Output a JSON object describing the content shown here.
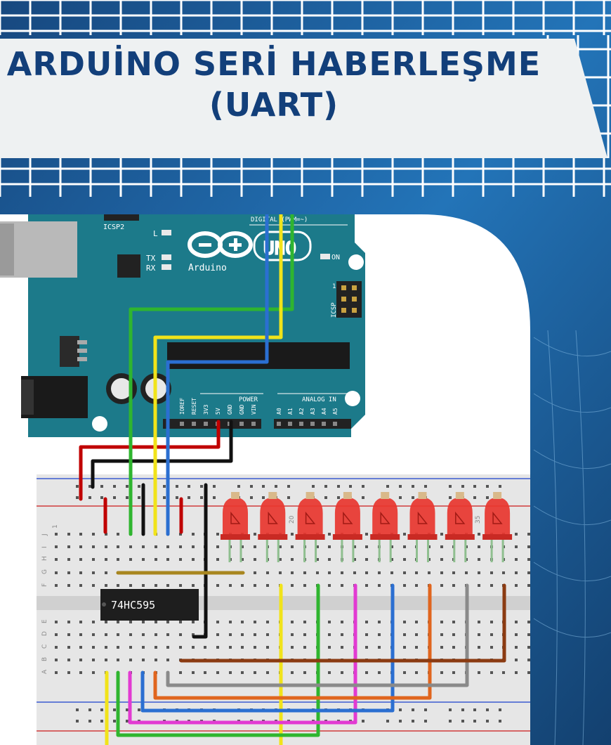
{
  "header": {
    "title_line1": "ARDUİNO SERİ HABERLEŞME",
    "title_line2": "(UART)"
  },
  "board": {
    "logo": "Arduino",
    "model_badge": "UNO",
    "label_icsp2": "ICSP2",
    "label_l": "L",
    "label_tx": "TX",
    "label_rx": "RX",
    "label_on": "ON",
    "label_icsp": "ICSP",
    "label_icsp_pin": "1",
    "label_digital": "DIGITAL (PWM=~)",
    "label_power": "POWER",
    "label_analog": "ANALOG IN",
    "power_pins": [
      "IOREF",
      "RESET",
      "3V3",
      "5V",
      "GND",
      "GND",
      "VIN"
    ],
    "analog_pins": [
      "A0",
      "A1",
      "A2",
      "A3",
      "A4",
      "A5"
    ]
  },
  "chip": {
    "label": "74HC595"
  },
  "breadboard": {
    "row_labels_top": [
      "J",
      "I",
      "H",
      "G",
      "F"
    ],
    "row_labels_bottom": [
      "E",
      "D",
      "C",
      "B",
      "A"
    ],
    "column_labels": [
      "1",
      "20",
      "35"
    ],
    "led_count": 8
  },
  "colors": {
    "background": "#1f5fa0",
    "banner": "#eef1f2",
    "title": "#123f7a",
    "pcb": "#1c7a8a",
    "breadboard": "#e6e6e6",
    "wire_red": "#c00000",
    "wire_black": "#111111",
    "wire_green": "#2fb52f",
    "wire_yellow": "#f1e31a",
    "wire_blue": "#2b6fd1",
    "wire_magenta": "#e23ad2",
    "wire_orange": "#e0651e",
    "wire_gray": "#8a8a8a",
    "wire_brown": "#8b3b12",
    "wire_olive": "#a8861f",
    "led": "#e8362f"
  }
}
